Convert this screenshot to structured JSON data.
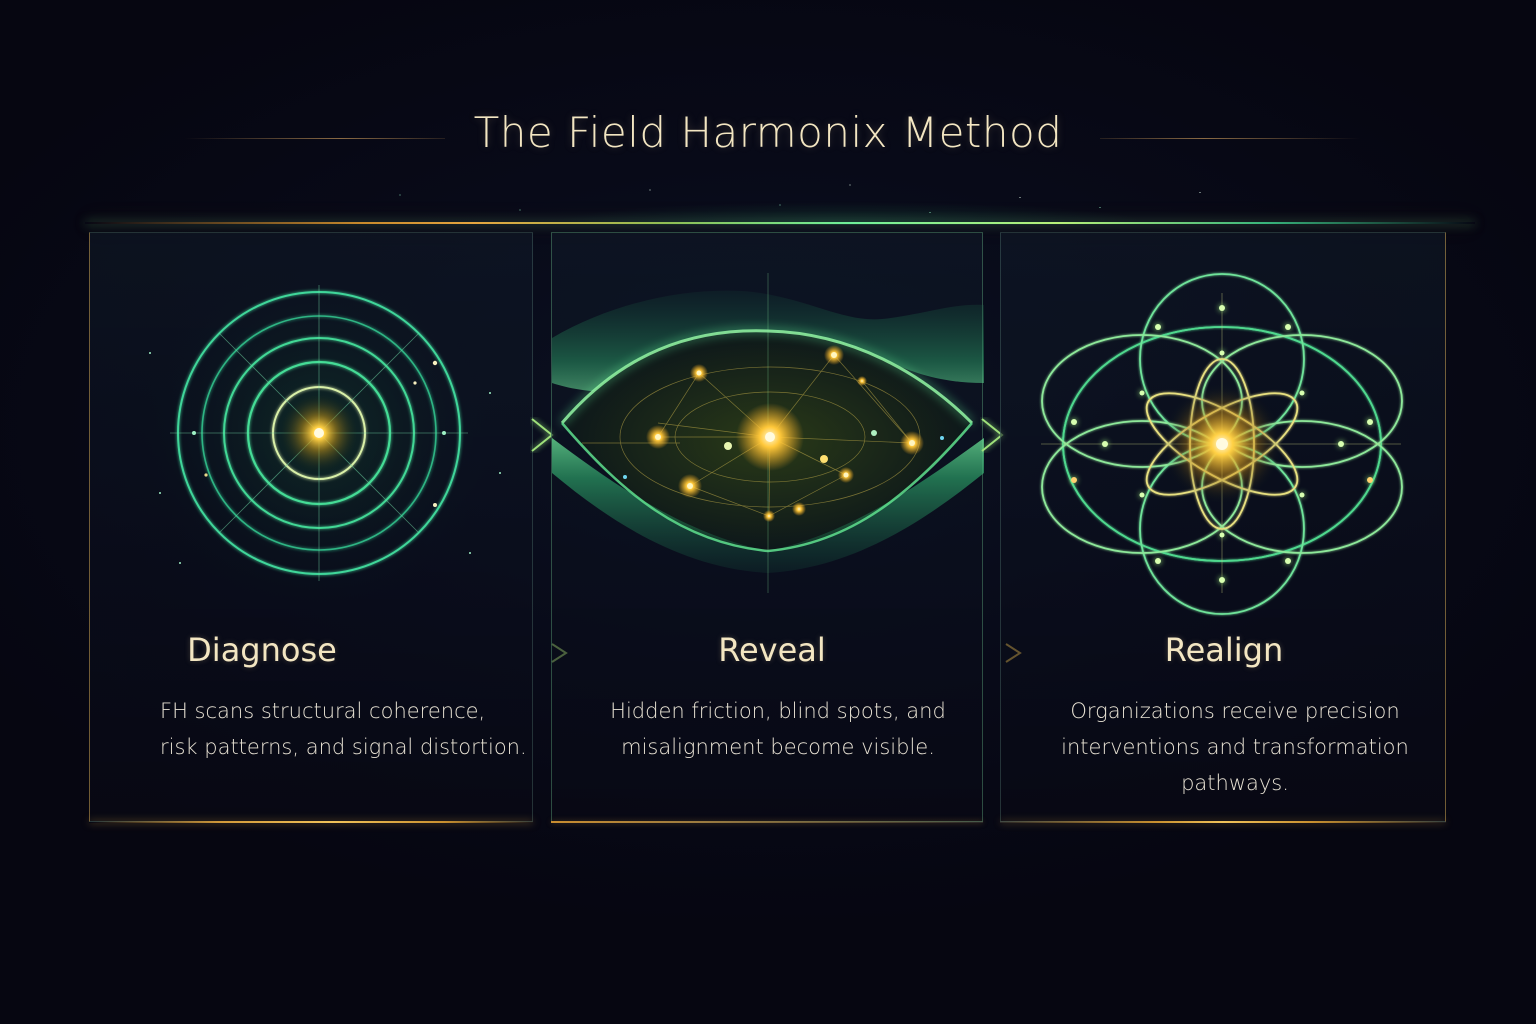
{
  "title": "The Field Harmonix Method",
  "colors": {
    "background": "#070814",
    "title_text": "#f3e6c2",
    "body_text": "#e8e2d4",
    "accent_green": "#5fe08e",
    "accent_gold": "#f1b93a",
    "panel_border": "#4f7a70"
  },
  "steps": [
    {
      "heading": "Diagnose",
      "body": "FH scans structural coherence,\nrisk patterns, and signal distortion.",
      "icon": "concentric-target-icon"
    },
    {
      "heading": "Reveal",
      "body": "Hidden friction, blind spots, and\nmisalignment become visible.",
      "icon": "revealed-network-eye-icon"
    },
    {
      "heading": "Realign",
      "body": "Organizations receive precision\ninterventions and transformation\npathways.",
      "icon": "flower-of-life-icon"
    }
  ],
  "connectors": [
    {
      "from": "Diagnose",
      "to": "Reveal",
      "color": "#9fe07a"
    },
    {
      "from": "Reveal",
      "to": "Realign",
      "color": "#f1b93a"
    }
  ]
}
